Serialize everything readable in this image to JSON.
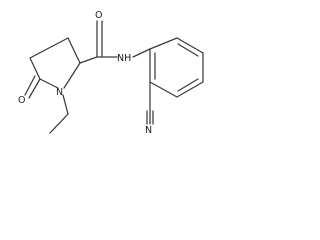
{
  "molecule": {
    "atoms": {
      "amide_n": "NH",
      "amide_o": "O",
      "lactam_o": "O",
      "ring_n": "N",
      "nitrile_n": "N"
    }
  }
}
